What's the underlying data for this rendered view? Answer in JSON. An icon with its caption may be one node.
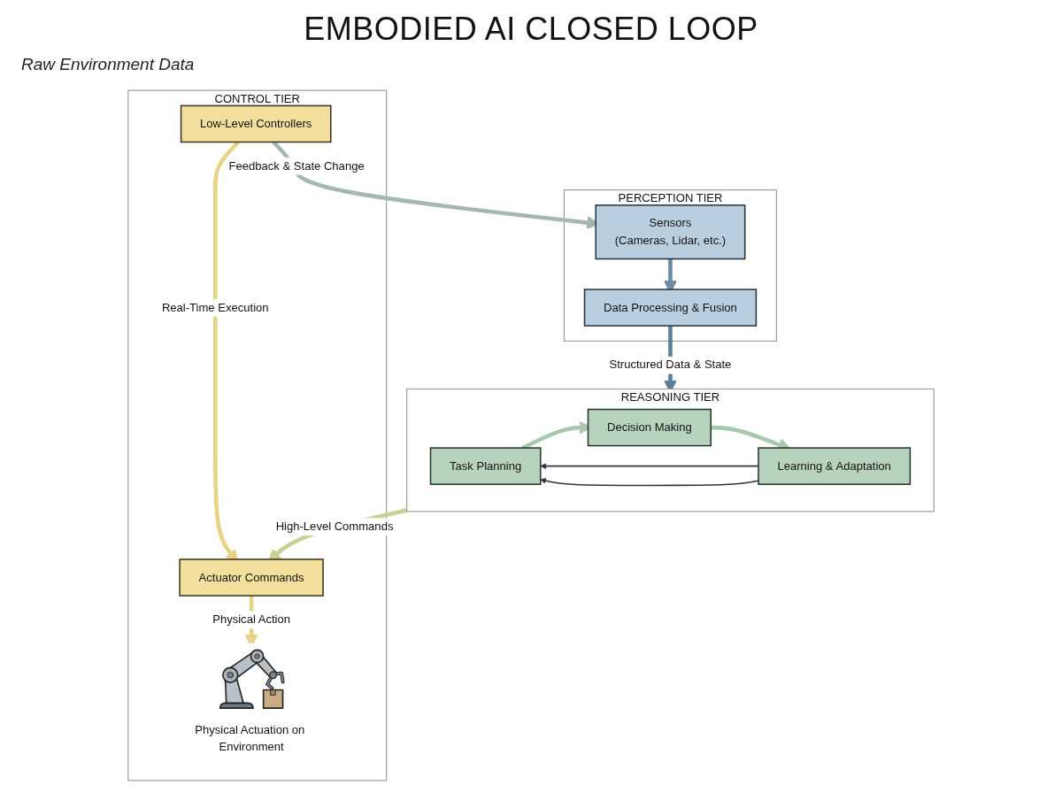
{
  "diagram": {
    "title": "EMBODIED AI CLOSED LOOP",
    "nodes": [
      {
        "text": [
          "PERCEPTION TIER"
        ]
      },
      {
        "text": [
          "Sensors",
          "(Cameras, Lidar, etc.)"
        ],
        "in": 0
      },
      {
        "text": [
          "Data Processing & Fusion"
        ],
        "in": 0
      },
      {
        "text": [
          "REASONING TIER"
        ]
      },
      {
        "text": [
          "Task Planning"
        ],
        "in": 3
      },
      {
        "text": [
          "Decision Making"
        ],
        "in": 3
      },
      {
        "text": [
          "Learning & Adaptation"
        ],
        "in": 3
      },
      {
        "text": [
          "CONTROL TIER"
        ]
      },
      {
        "text": [
          "Low-Level Controllers"
        ],
        "in": 7
      },
      {
        "text": [
          "Actuator Commands"
        ],
        "in": 7
      },
      {
        "text": [
          "Physical Actuation on Environment"
        ],
        "in": 7
      }
    ],
    "edges": [
      {
        "from": 1,
        "to": 2,
        "arrow": "to",
        "color": "#6e8ca3"
      },
      {
        "from": 2,
        "to": 3,
        "arrow": "to",
        "label": "Structured Data & State",
        "color": "#5f7f98"
      },
      {
        "from": 4,
        "to": 5,
        "arrow": "to",
        "color": "#a9c9ad"
      },
      {
        "from": 5,
        "to": 6,
        "arrow": "to",
        "color": "#a9c9ad"
      },
      {
        "from": 6,
        "to": 4,
        "arrow": "to",
        "color": "#333333"
      },
      {
        "from": 6,
        "to": 4,
        "arrow": "to",
        "color": "#333333"
      },
      {
        "from": 3,
        "to": 9,
        "arrow": "to",
        "label": "High-Level Commands",
        "color": "#c9cf92"
      },
      {
        "from": 8,
        "to": 9,
        "arrow": "to",
        "label": "Real-Time Execution",
        "color": "#e6d386"
      },
      {
        "from": 9,
        "to": 10,
        "arrow": "to",
        "label": "Physical Action",
        "color": "#e8d288"
      },
      {
        "from": 8,
        "to": 1,
        "arrow": "to",
        "label": "Feedback & State Change",
        "color": "#a3b7b4"
      }
    ],
    "labels": [
      "Raw Environment Data"
    ]
  }
}
